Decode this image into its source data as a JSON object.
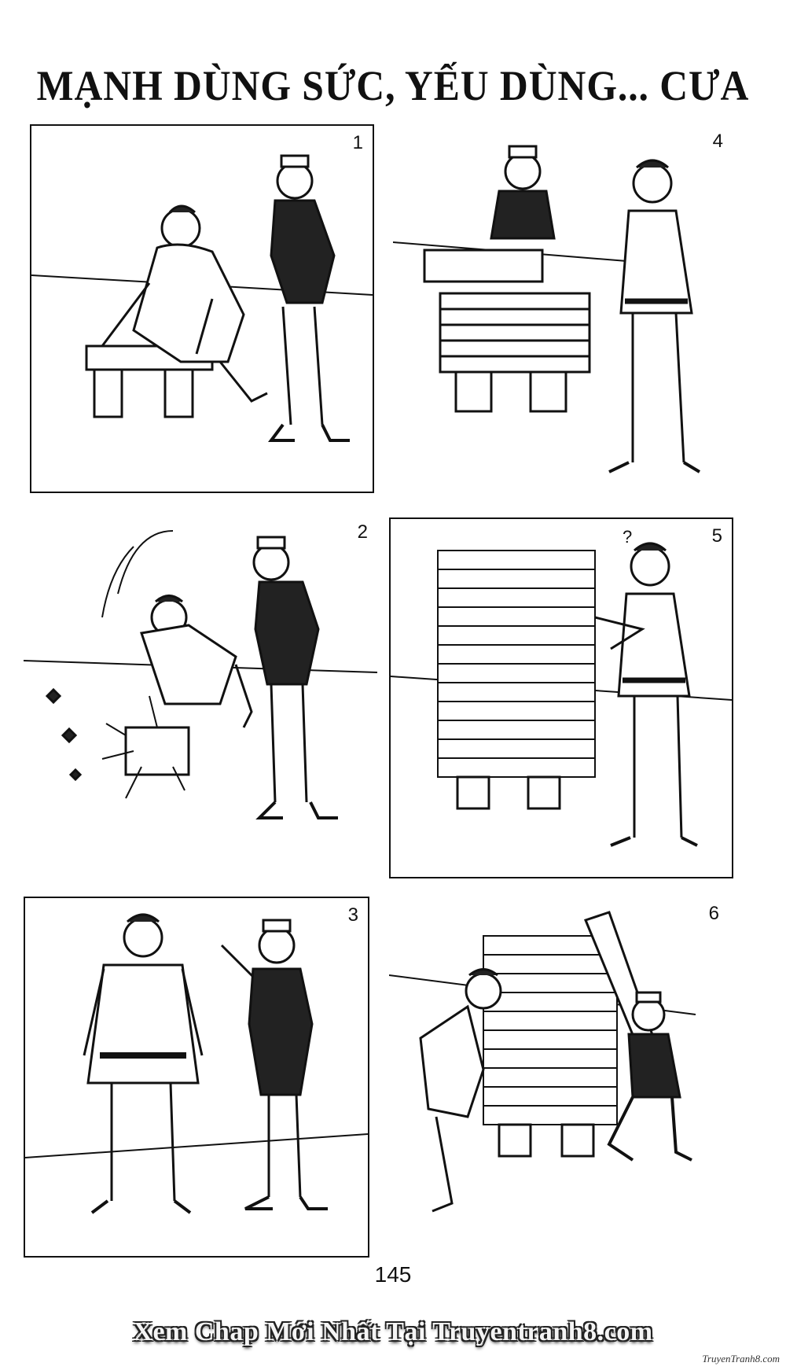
{
  "title": "MẠNH DÙNG SỨC, YẾU DÙNG... CƯA",
  "panels": [
    {
      "number": "1",
      "illustration": "martial-artist-kneeling-at-bench"
    },
    {
      "number": "2",
      "illustration": "martial-artist-breaking-block"
    },
    {
      "number": "3",
      "illustration": "old-man-talking-to-martial-artist"
    },
    {
      "number": "4",
      "illustration": "old-man-stacking-boards"
    },
    {
      "number": "5",
      "illustration": "tall-board-stack-confused-artist"
    },
    {
      "number": "6",
      "illustration": "old-man-sawing-stack"
    }
  ],
  "page_number": "145",
  "banner": "Xem Chap Mới Nhất Tại Truyentranh8.com",
  "credit": "TruyenTranh8.com"
}
